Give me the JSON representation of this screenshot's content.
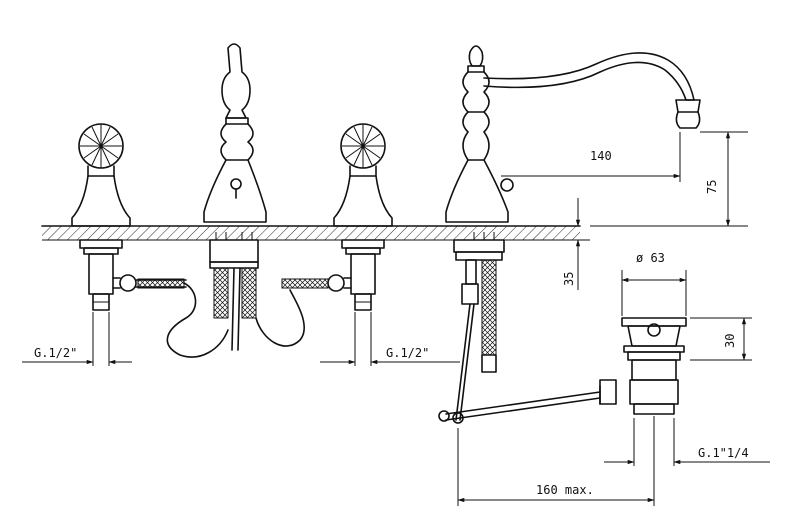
{
  "dimensions": {
    "spout_reach": "140",
    "spout_height": "75",
    "deck_thickness": "35",
    "drain_diameter": "ø 63",
    "drain_height": "30",
    "left_inlet_thread": "G.1/2\"",
    "right_inlet_thread": "G.1/2\"",
    "drain_thread": "G.1\"1/4",
    "pull_rod_length": "160 max."
  },
  "colors": {
    "line": "#111111",
    "background": "#ffffff"
  }
}
